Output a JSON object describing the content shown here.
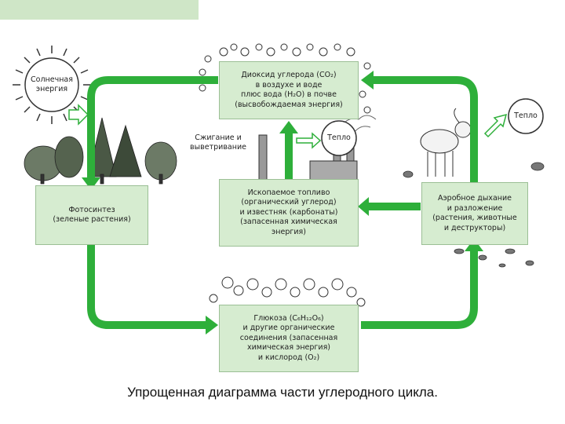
{
  "boxes": {
    "co2": {
      "line1": "Диоксид углерода (CO₂)",
      "line2": "в воздухе и воде",
      "line3": "плюс вода (H₂O) в почве",
      "line4": "(высвобождаемая энергия)"
    },
    "photosynthesis": {
      "line1": "Фотосинтез",
      "line2": "(зеленые растения)"
    },
    "fossil": {
      "line1": "Ископаемое топливо",
      "line2": "(органический углерод)",
      "line3": "и известняк (карбонаты)",
      "line4": "(запасенная химическая",
      "line5": "энергия)"
    },
    "respiration": {
      "line1": "Аэробное дыхание",
      "line2": "и разложение",
      "line3": "(растения, животные",
      "line4": "и деструкторы)"
    },
    "glucose": {
      "line1": "Глюкоза (C₆H₁₂O₆)",
      "line2": "и другие органические",
      "line3": "соединения (запасенная",
      "line4": "химическая энергия)",
      "line5": "и кислород (O₂)"
    }
  },
  "labels": {
    "sun_line1": "Солнечная",
    "sun_line2": "энергия",
    "heat_center": "Тепло",
    "heat_right": "Тепло",
    "combustion_line1": "Сжигание и",
    "combustion_line2": "выветривание"
  },
  "caption": "Упрощенная диаграмма части углеродного цикла.",
  "colors": {
    "arrow": "#2eaf3a",
    "box_fill": "#d6ecd0",
    "corner_bar": "#cfe6c7"
  }
}
